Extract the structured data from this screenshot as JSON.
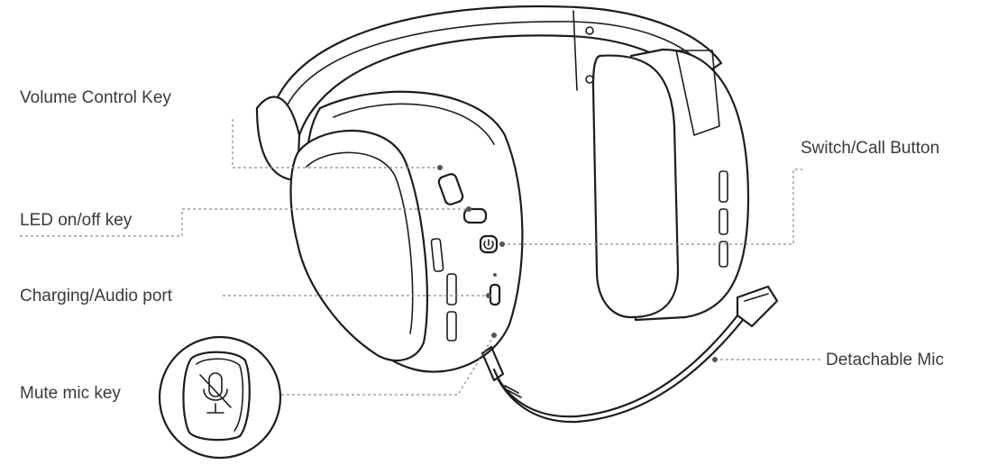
{
  "callouts": {
    "volume_control_key": "Volume Control Key",
    "led_key": "LED on/off key",
    "charging_port": "Charging/Audio port",
    "mute_mic_key": "Mute mic key",
    "switch_call_button": "Switch/Call Button",
    "detachable_mic": "Detachable Mic"
  },
  "colors": {
    "line_art": "#1d1d1d",
    "leader_line": "#8a8a8a",
    "label_text": "#3a3a3a"
  },
  "icons": [
    "microphone-muted-icon",
    "power-icon",
    "led-icon"
  ]
}
